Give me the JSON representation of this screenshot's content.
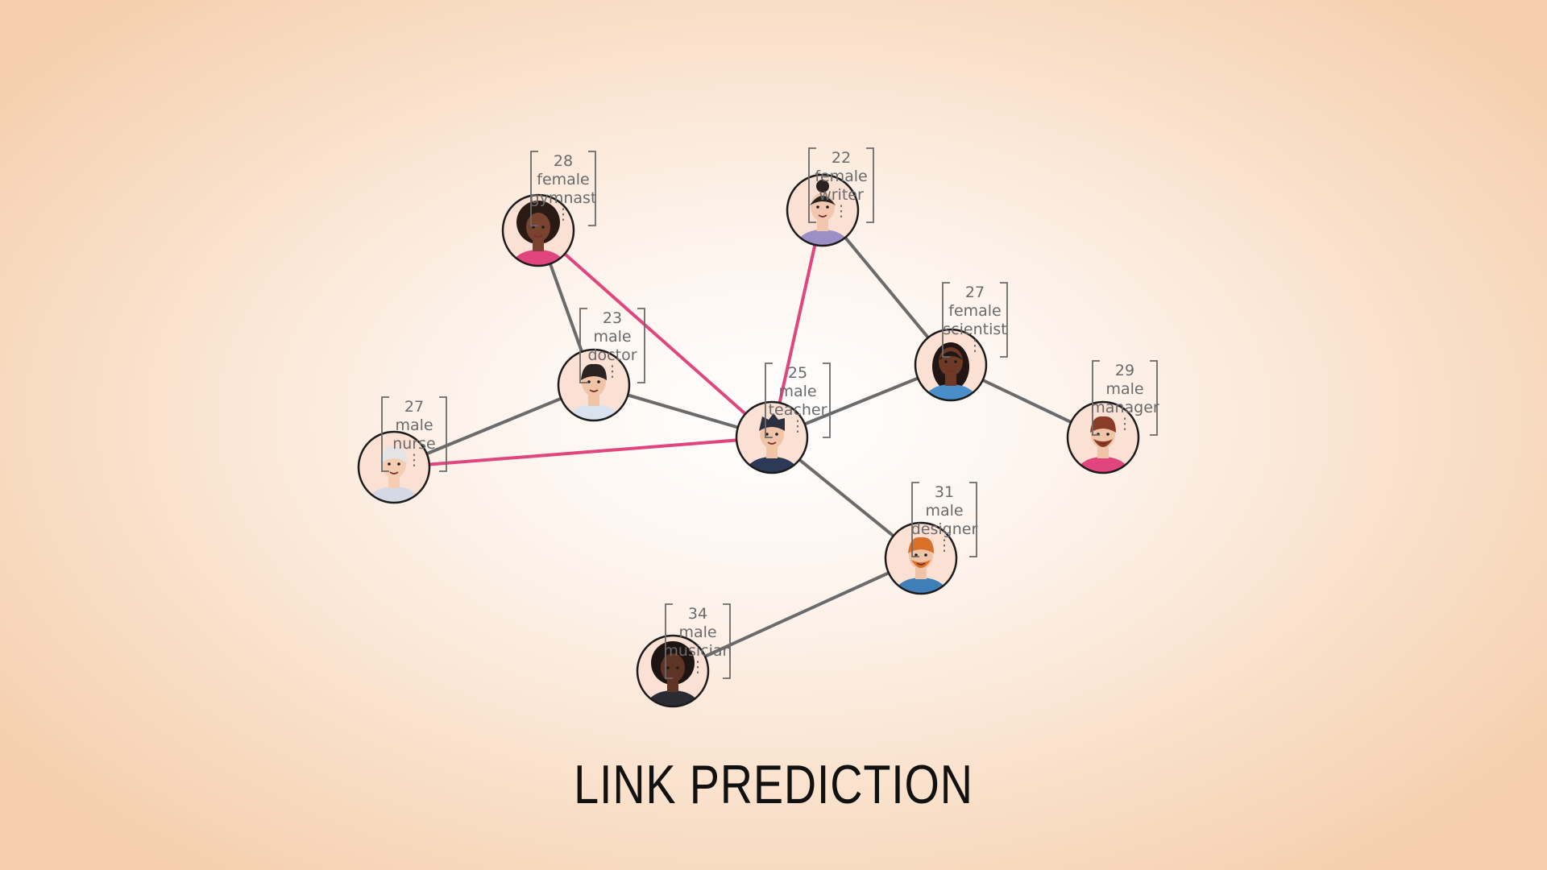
{
  "title": "LINK PREDICTION",
  "colors": {
    "existing_edge": "#6b6b6b",
    "predicted_edge": "#e0457e",
    "node_outline": "#1c1c1c",
    "node_fill": "#fbe0d4",
    "feature_text": "#6a6a6a"
  },
  "nodes": [
    {
      "id": "gymnast",
      "age": "28",
      "gender": "female",
      "occupation": "gymnast",
      "more": "⋮",
      "avatar": "female-gymnast-avatar"
    },
    {
      "id": "writer",
      "age": "22",
      "gender": "female",
      "occupation": "writer",
      "more": "⋮",
      "avatar": "female-writer-avatar"
    },
    {
      "id": "doctor",
      "age": "23",
      "gender": "male",
      "occupation": "doctor",
      "more": "⋮",
      "avatar": "male-doctor-avatar"
    },
    {
      "id": "scientist",
      "age": "27",
      "gender": "female",
      "occupation": "scientist",
      "more": "⋮",
      "avatar": "female-scientist-avatar"
    },
    {
      "id": "teacher",
      "age": "25",
      "gender": "male",
      "occupation": "teacher",
      "more": "⋮",
      "avatar": "male-teacher-avatar"
    },
    {
      "id": "nurse",
      "age": "27",
      "gender": "male",
      "occupation": "nurse",
      "more": "⋮",
      "avatar": "male-nurse-avatar"
    },
    {
      "id": "manager",
      "age": "29",
      "gender": "male",
      "occupation": "manager",
      "more": "⋮",
      "avatar": "male-manager-avatar"
    },
    {
      "id": "designer",
      "age": "31",
      "gender": "male",
      "occupation": "designer",
      "more": "⋮",
      "avatar": "male-designer-avatar"
    },
    {
      "id": "musician",
      "age": "34",
      "gender": "male",
      "occupation": "musician",
      "more": "⋮",
      "avatar": "male-musician-avatar"
    }
  ],
  "edges": [
    {
      "from": "gymnast",
      "to": "doctor",
      "kind": "existing"
    },
    {
      "from": "doctor",
      "to": "nurse",
      "kind": "existing"
    },
    {
      "from": "doctor",
      "to": "teacher",
      "kind": "existing"
    },
    {
      "from": "writer",
      "to": "scientist",
      "kind": "existing"
    },
    {
      "from": "teacher",
      "to": "scientist",
      "kind": "existing"
    },
    {
      "from": "scientist",
      "to": "manager",
      "kind": "existing"
    },
    {
      "from": "teacher",
      "to": "designer",
      "kind": "existing"
    },
    {
      "from": "designer",
      "to": "musician",
      "kind": "existing"
    },
    {
      "from": "gymnast",
      "to": "teacher",
      "kind": "predicted"
    },
    {
      "from": "writer",
      "to": "teacher",
      "kind": "predicted"
    },
    {
      "from": "nurse",
      "to": "teacher",
      "kind": "predicted"
    }
  ]
}
